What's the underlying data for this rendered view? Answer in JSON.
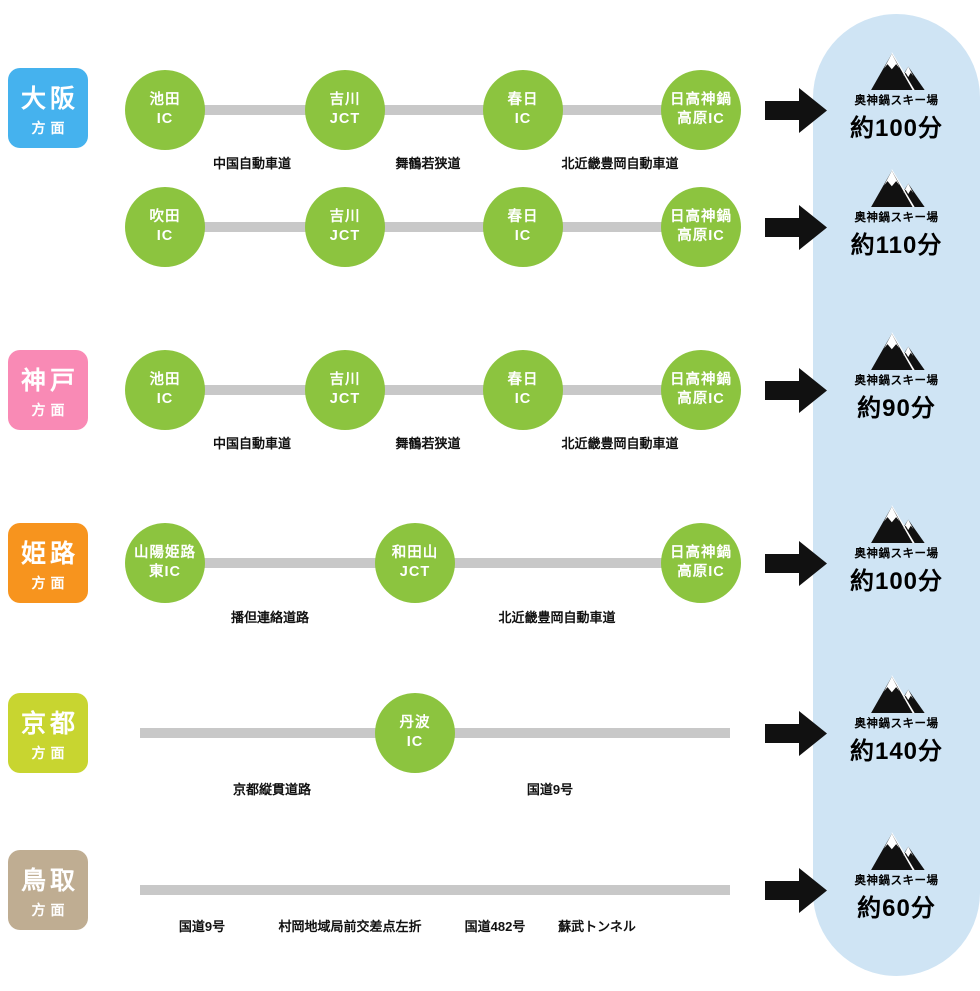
{
  "colors": {
    "dir_osaka": "#45b2ee",
    "dir_kobe": "#f98ab5",
    "dir_himeji": "#f7941e",
    "dir_kyoto": "#c8d530",
    "dir_tottori": "#bfad92",
    "stop_green": "#8cc43f",
    "line_gray": "#c8c8c8",
    "panel_blue": "#cfe4f4",
    "arrow_black": "#111111"
  },
  "directions": [
    {
      "main": "大阪",
      "sub": "方面"
    },
    {
      "main": "神戸",
      "sub": "方面"
    },
    {
      "main": "姫路",
      "sub": "方面"
    },
    {
      "main": "京都",
      "sub": "方面"
    },
    {
      "main": "鳥取",
      "sub": "方面"
    }
  ],
  "rows": [
    {
      "stops": [
        {
          "l1": "池田",
          "l2": "IC"
        },
        {
          "l1": "吉川",
          "l2": "JCT"
        },
        {
          "l1": "春日",
          "l2": "IC"
        },
        {
          "l1": "日高神鍋",
          "l2": "高原IC"
        }
      ],
      "roads": [
        "中国自動車道",
        "舞鶴若狭道",
        "北近畿豊岡自動車道"
      ],
      "dest": {
        "name": "奥神鍋スキー場",
        "time": "約100分"
      }
    },
    {
      "stops": [
        {
          "l1": "吹田",
          "l2": "IC"
        },
        {
          "l1": "吉川",
          "l2": "JCT"
        },
        {
          "l1": "春日",
          "l2": "IC"
        },
        {
          "l1": "日高神鍋",
          "l2": "高原IC"
        }
      ],
      "roads": [],
      "dest": {
        "name": "奥神鍋スキー場",
        "time": "約110分"
      }
    },
    {
      "stops": [
        {
          "l1": "池田",
          "l2": "IC"
        },
        {
          "l1": "吉川",
          "l2": "JCT"
        },
        {
          "l1": "春日",
          "l2": "IC"
        },
        {
          "l1": "日高神鍋",
          "l2": "高原IC"
        }
      ],
      "roads": [
        "中国自動車道",
        "舞鶴若狭道",
        "北近畿豊岡自動車道"
      ],
      "dest": {
        "name": "奥神鍋スキー場",
        "time": "約90分"
      }
    },
    {
      "stops": [
        {
          "l1": "山陽姫路",
          "l2": "東IC"
        },
        {
          "l1": "和田山",
          "l2": "JCT"
        },
        {
          "l1": "日高神鍋",
          "l2": "高原IC"
        }
      ],
      "roads": [
        "播但連絡道路",
        "北近畿豊岡自動車道"
      ],
      "dest": {
        "name": "奥神鍋スキー場",
        "time": "約100分"
      }
    },
    {
      "stops": [
        {
          "l1": "丹波",
          "l2": "IC"
        }
      ],
      "roads": [
        "京都縦貫道路",
        "国道9号"
      ],
      "dest": {
        "name": "奥神鍋スキー場",
        "time": "約140分"
      }
    },
    {
      "stops": [],
      "roads": [
        "国道9号",
        "村岡地域局前交差点左折",
        "国道482号",
        "蘇武トンネル"
      ],
      "dest": {
        "name": "奥神鍋スキー場",
        "time": "約60分"
      }
    }
  ]
}
